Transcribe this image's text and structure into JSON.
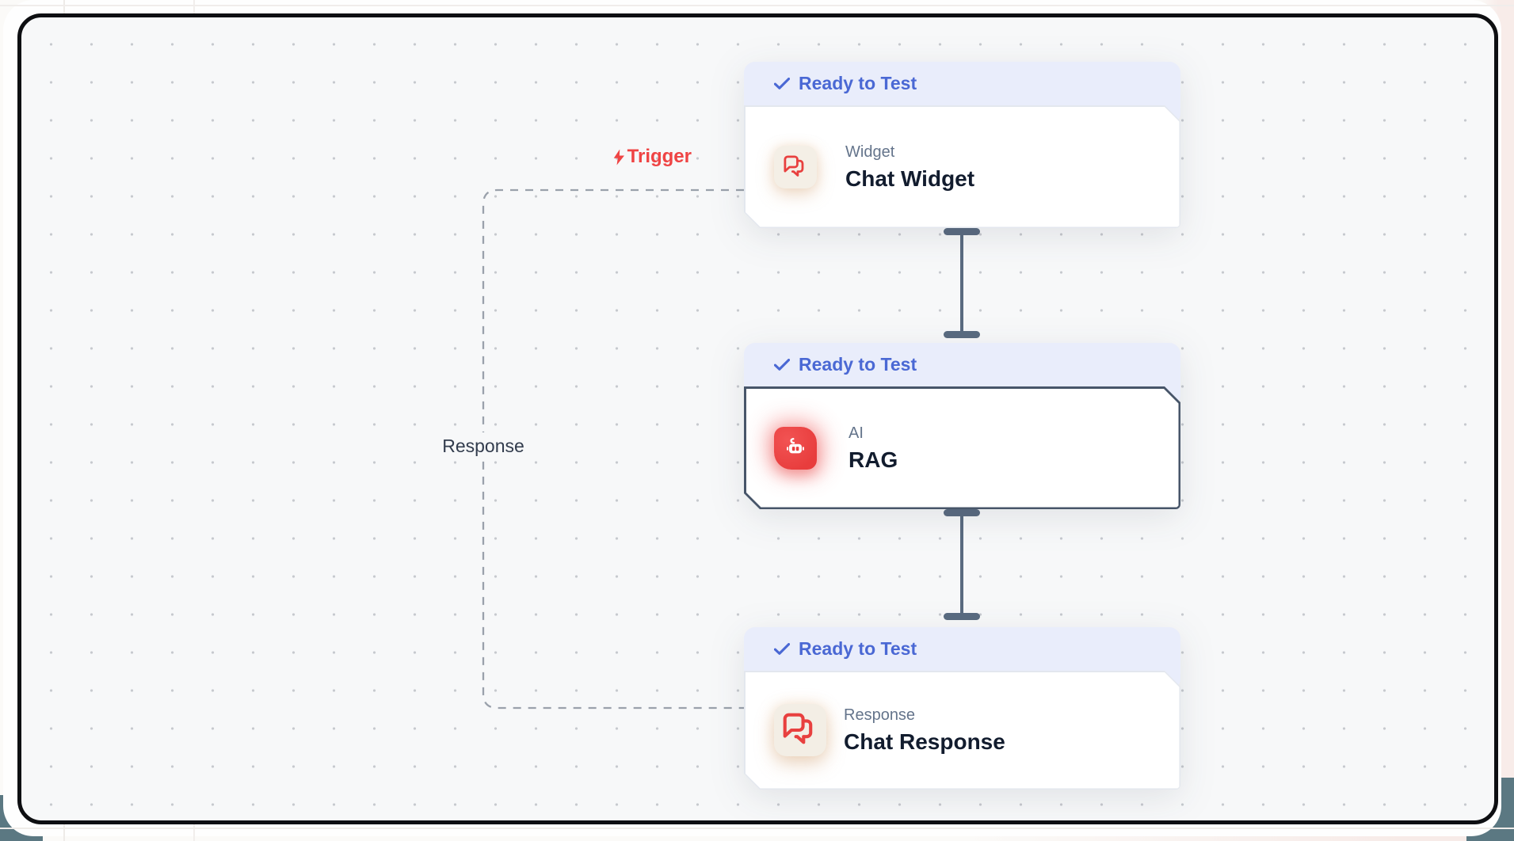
{
  "app": {
    "type": "workflow-canvas"
  },
  "edges": {
    "trigger": {
      "label": "Trigger",
      "color": "#ef4444",
      "from": "canvas",
      "to": "chat-widget"
    },
    "flow_1": {
      "from": "chat-widget",
      "to": "rag",
      "style": "solid"
    },
    "flow_2": {
      "from": "rag",
      "to": "chat-response",
      "style": "solid"
    },
    "response_loop": {
      "label": "Response",
      "from": "chat-response",
      "to": "chat-widget",
      "style": "dashed"
    }
  },
  "nodes": [
    {
      "status": "Ready to Test",
      "category": "Widget",
      "title": "Chat Widget",
      "icon": "chat-bubbles-icon",
      "selected": false
    },
    {
      "status": "Ready to Test",
      "category": "AI",
      "title": "RAG",
      "icon": "robot-icon",
      "selected": true
    },
    {
      "status": "Ready to Test",
      "category": "Response",
      "title": "Chat Response",
      "icon": "chat-bubbles-icon",
      "selected": false
    }
  ],
  "colors": {
    "badge_text": "#4a68d4",
    "badge_bg": "#e9edfb",
    "icon_red": "#e8403f",
    "connector": "#5a6b80",
    "selected_border": "#475569",
    "canvas_bg": "#f7f8f9",
    "frame_border": "#0e0f12",
    "dashed_edge": "#9aa1ab"
  }
}
